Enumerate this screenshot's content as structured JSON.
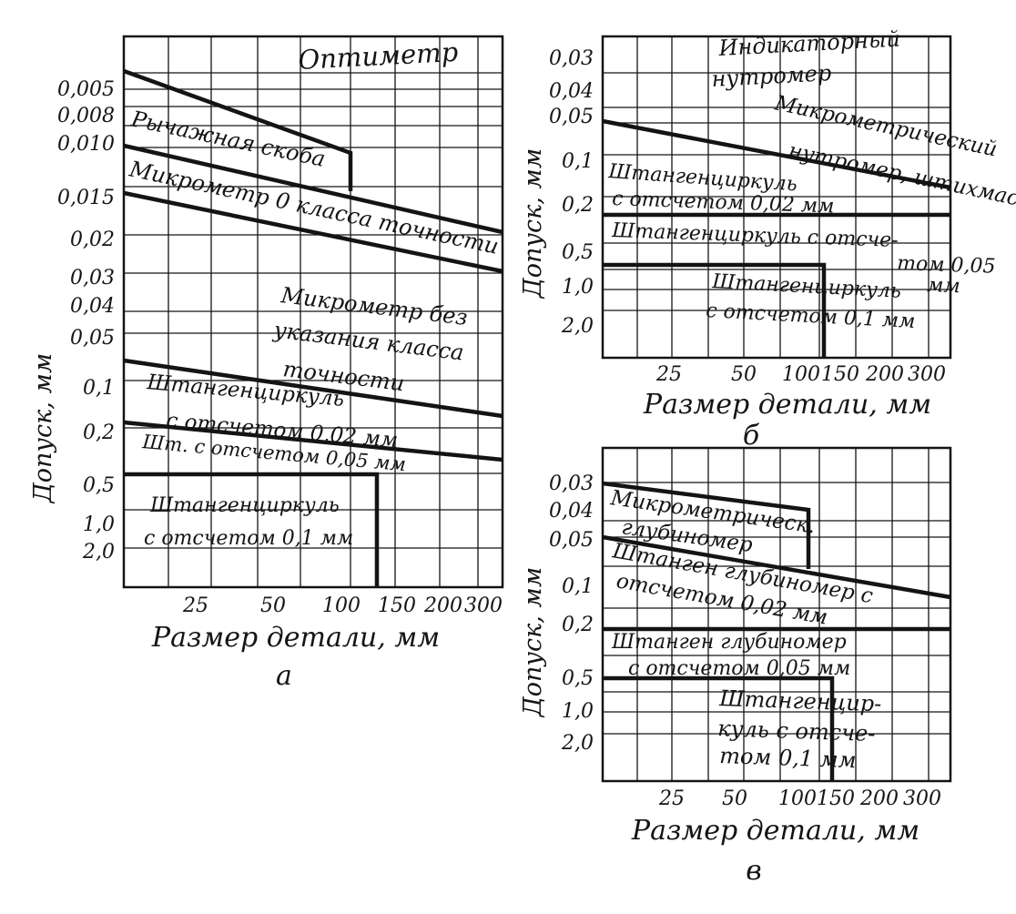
{
  "chart_data": [
    {
      "id": "a",
      "type": "area",
      "caption": "а",
      "xlabel": "Размер детали, мм",
      "ylabel": "Допуск, мм",
      "x_ticks": [
        "25",
        "50",
        "100",
        "150",
        "200",
        "300"
      ],
      "y_ticks": [
        "0,005",
        "0,008",
        "0,010",
        "0,015",
        "0,02",
        "0,03",
        "0,04",
        "0,05",
        "0,1",
        "0,2",
        "0,5",
        "1,0",
        "2,0"
      ],
      "regions": [
        {
          "label": [
            "Оптиметр"
          ]
        },
        {
          "label": [
            "Рычажная скоба"
          ]
        },
        {
          "label": [
            "Микрометр 0 класса точности"
          ]
        },
        {
          "label": [
            "Микрометр без",
            "указания класса",
            "точности"
          ]
        },
        {
          "label": [
            "Штангенциркуль",
            "с отсчетом 0,02 мм"
          ]
        },
        {
          "label": [
            "Шт. с отсчетом 0,05 мм"
          ]
        },
        {
          "label": [
            "Штангенциркуль",
            "с отсчетом 0,1 мм"
          ]
        }
      ]
    },
    {
      "id": "b",
      "type": "area",
      "caption": "б",
      "xlabel": "Размер детали, мм",
      "ylabel": "Допуск, мм",
      "x_ticks": [
        "25",
        "50",
        "100",
        "150",
        "200",
        "300"
      ],
      "y_ticks": [
        "0,03",
        "0,04",
        "0,05",
        "0,1",
        "0,2",
        "0,5",
        "1,0",
        "2,0"
      ],
      "regions": [
        {
          "label": [
            "Индикаторный",
            "нутромер"
          ]
        },
        {
          "label": [
            "Микрометрический",
            "нутромер, штихмас"
          ]
        },
        {
          "label": [
            "Штангенциркуль",
            "с отсчетом 0,02 мм"
          ]
        },
        {
          "label": [
            "Штангенциркуль с отсче-",
            "том 0,05",
            "мм"
          ]
        },
        {
          "label": [
            "Штангенциркуль",
            "с отсчетом 0,1 мм"
          ]
        }
      ]
    },
    {
      "id": "c",
      "type": "area",
      "caption": "в",
      "xlabel": "Размер детали, мм",
      "ylabel": "Допуск, мм",
      "x_ticks": [
        "25",
        "50",
        "100",
        "150",
        "200",
        "300"
      ],
      "y_ticks": [
        "0,03",
        "0,04",
        "0,05",
        "0,1",
        "0,2",
        "0,5",
        "1,0",
        "2,0"
      ],
      "regions": [
        {
          "label": [
            "Микрометрическ.",
            "глубиномер"
          ]
        },
        {
          "label": [
            "Штанген глубиномер с",
            "отсчетом 0,02 мм"
          ]
        },
        {
          "label": [
            "Штанген глубиномер",
            "с отсчетом 0,05 мм"
          ]
        },
        {
          "label": [
            "Штангенцир-",
            "куль с отсче-",
            "том 0,1 мм"
          ]
        }
      ]
    }
  ]
}
